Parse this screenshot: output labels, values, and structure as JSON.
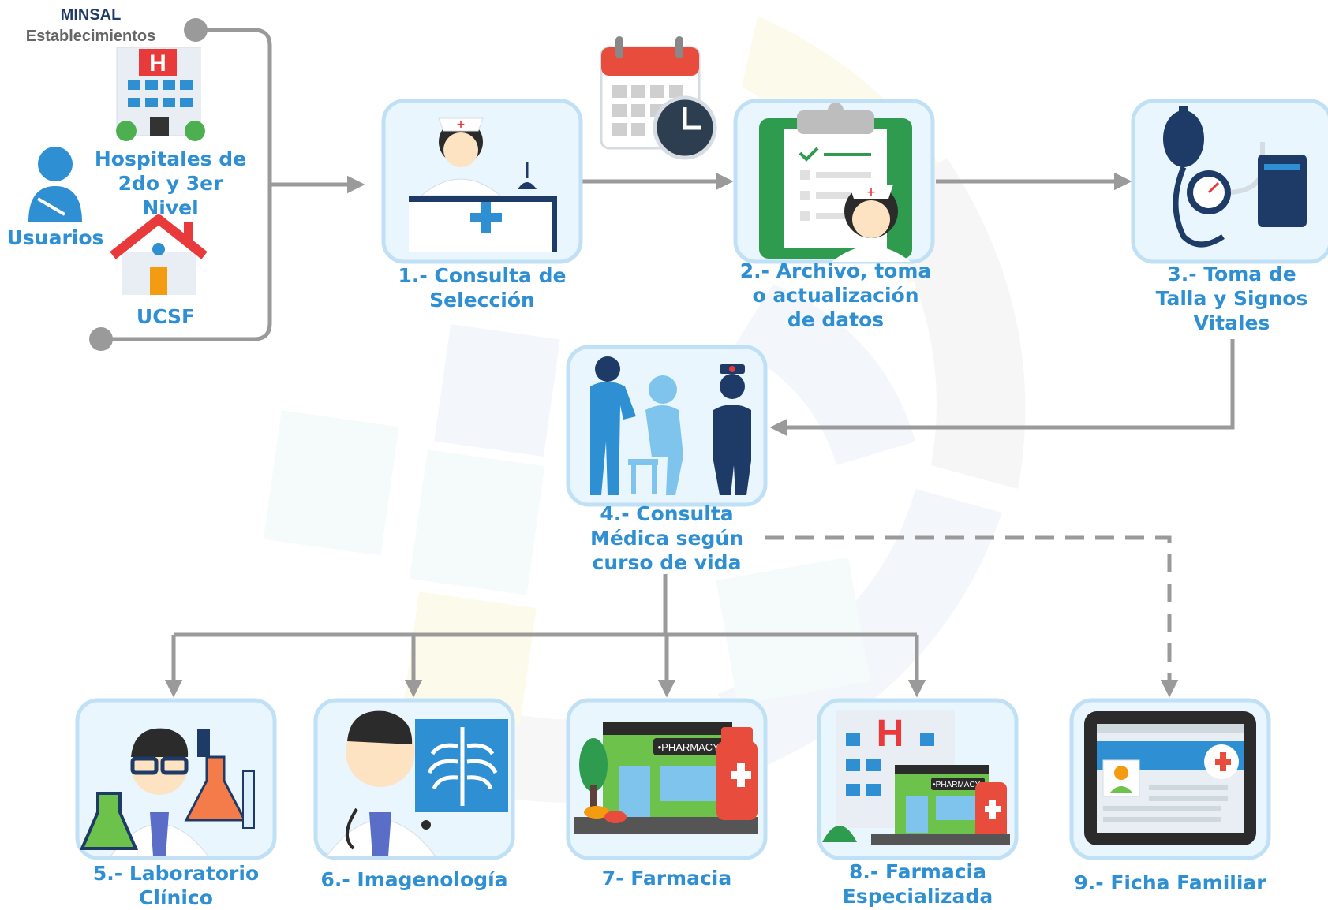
{
  "header": {
    "org": "MINSAL",
    "subtitle": "Establecimientos"
  },
  "sources": {
    "users": "Usuarios",
    "hospitals": [
      "Hospitales de",
      "2do y 3er",
      "Nivel"
    ],
    "ucsf": "UCSF"
  },
  "steps": {
    "s1": [
      "1.- Consulta de",
      "Selección"
    ],
    "s2": [
      "2.- Archivo, toma",
      "o actualización",
      "de datos"
    ],
    "s3": [
      "3.- Toma de",
      "Talla y Signos",
      "Vitales"
    ],
    "s4": [
      "4.- Consulta",
      "Médica según",
      "curso de vida"
    ],
    "s5": [
      "5.- Laboratorio",
      "Clínico"
    ],
    "s6": [
      "6.- Imagenología"
    ],
    "s7": [
      "7- Farmacia"
    ],
    "s8": [
      "8.- Farmacia",
      "Especializada"
    ],
    "s9": [
      "9.- Ficha Familiar"
    ]
  },
  "icons": {
    "s1": "receptionist-nurse-icon",
    "s2": "clipboard-records-icon",
    "s3": "blood-pressure-monitor-icon",
    "s4": "doctor-patient-consultation-icon",
    "s5": "lab-scientist-icon",
    "s6": "radiologist-xray-icon",
    "s7": "pharmacy-store-icon",
    "s8": "hospital-pharmacy-icon",
    "s9": "tablet-family-record-icon"
  },
  "colors": {
    "label": "#2f8fd3",
    "connector": "#9a9a9a",
    "card_border": "#bfe0f5",
    "card_fill": "#eaf6fd",
    "header_org": "#1d3b66",
    "header_sub": "#666666"
  }
}
